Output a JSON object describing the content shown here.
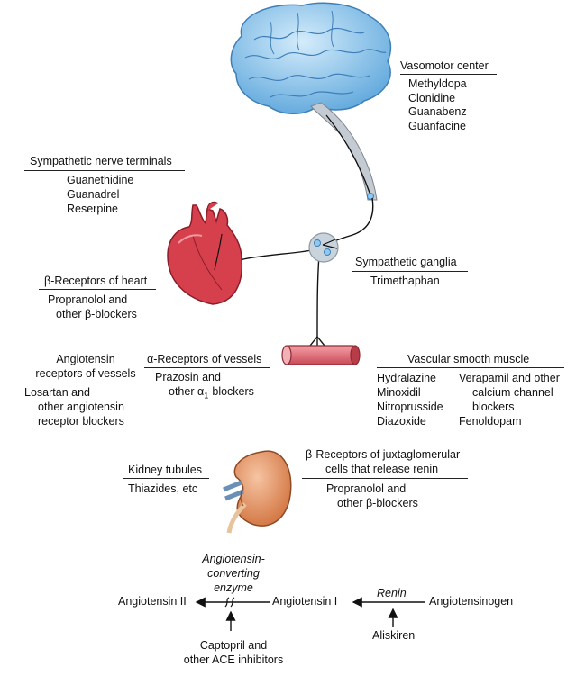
{
  "vasomotor": {
    "title": "Vasomotor center",
    "drugs": [
      "Methyldopa",
      "Clonidine",
      "Guanabenz",
      "Guanfacine"
    ]
  },
  "sympathetic_terminals": {
    "title": "Sympathetic nerve terminals",
    "drugs": [
      "Guanethidine",
      "Guanadrel",
      "Reserpine"
    ]
  },
  "beta_heart": {
    "title": "β-Receptors of heart",
    "drugs": [
      "Propranolol and",
      "other β-blockers"
    ]
  },
  "ganglia": {
    "title": "Sympathetic ganglia",
    "drugs": [
      "Trimethaphan"
    ]
  },
  "angiotensin_receptors": {
    "title": [
      "Angiotensin",
      "receptors of vessels"
    ],
    "drugs": [
      "Losartan and",
      "other angiotensin",
      "receptor blockers"
    ]
  },
  "alpha_vessels": {
    "title": "α-Receptors of vessels",
    "drugs": [
      "Prazosin and",
      "other α",
      "-blockers"
    ],
    "subscript": "1"
  },
  "vsm": {
    "title": "Vascular smooth muscle",
    "col1": [
      "Hydralazine",
      "Minoxidil",
      "Nitroprusside",
      "Diazoxide"
    ],
    "col2": [
      "Verapamil and other",
      "calcium channel",
      "blockers",
      "Fenoldopam"
    ]
  },
  "kidney_tubules": {
    "title": "Kidney tubules",
    "drugs": [
      "Thiazides, etc"
    ]
  },
  "beta_jg": {
    "title": [
      "β-Receptors of juxtaglomerular",
      "cells that release renin"
    ],
    "drugs": [
      "Propranolol and",
      "other β-blockers"
    ]
  },
  "raas": {
    "ace": [
      "Angiotensin-",
      "converting",
      "enzyme"
    ],
    "ang2": "Angiotensin II",
    "ang1": "Angiotensin I",
    "renin": "Renin",
    "angiotensinogen": "Angiotensinogen",
    "aliskiren": "Aliskiren",
    "ace_inhibitors": [
      "Captopril and",
      "other ACE inhibitors"
    ]
  },
  "colors": {
    "brain": "#8ec9f0",
    "heart": "#d9434f",
    "vessel": "#e8707a",
    "kidney": "#e89a6c",
    "ganglion": "#c9d3dc"
  }
}
